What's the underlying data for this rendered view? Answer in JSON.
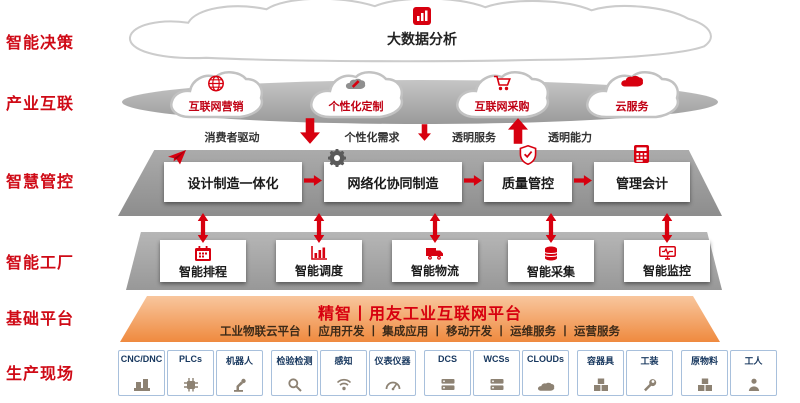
{
  "colors": {
    "accent": "#d7000f",
    "platform_orange": "#ef8a3f",
    "band_gray": "#a6a6a6"
  },
  "side_labels": {
    "decision": "智能决策",
    "industry": "产业互联",
    "management": "智慧管控",
    "factory": "智能工厂",
    "platform": "基础平台",
    "site": "生产现场"
  },
  "decision": {
    "title": "大数据分析",
    "icon": "bar-chart-icon"
  },
  "industry": {
    "clouds": [
      {
        "label": "互联网营销",
        "icon": "globe-icon"
      },
      {
        "label": "个性化定制",
        "icon": "customize-cloud-icon"
      },
      {
        "label": "互联网采购",
        "icon": "cart-icon"
      },
      {
        "label": "云服务",
        "icon": "red-cloud-icon"
      }
    ]
  },
  "flows": [
    {
      "label": "消费者驱动",
      "arrow": "down"
    },
    {
      "label": "个性化需求",
      "arrow": "down"
    },
    {
      "label": "透明服务",
      "arrow": "up"
    },
    {
      "label": "透明能力",
      "arrow": "up"
    }
  ],
  "management": {
    "boxes": [
      {
        "label": "设计制造一体化",
        "icon": "paper-plane-icon"
      },
      {
        "label": "网络化协同制造",
        "icon": "gear-icon"
      },
      {
        "label": "质量管控",
        "icon": "shield-check-icon"
      },
      {
        "label": "管理会计",
        "icon": "calculator-icon"
      }
    ]
  },
  "factory": {
    "boxes": [
      {
        "label": "智能排程",
        "icon": "schedule-icon"
      },
      {
        "label": "智能调度",
        "icon": "dispatch-chart-icon"
      },
      {
        "label": "智能物流",
        "icon": "truck-icon"
      },
      {
        "label": "智能采集",
        "icon": "database-icon"
      },
      {
        "label": "智能监控",
        "icon": "monitor-pulse-icon"
      }
    ]
  },
  "platform": {
    "title": "精智丨用友工业互联网平台",
    "subtitle": "工业物联云平台 丨 应用开发 丨 集成应用 丨 移动开发 丨 运维服务 丨 运营服务"
  },
  "site": {
    "items": [
      {
        "label": "CNC/DNC",
        "icon": "machine-icon"
      },
      {
        "label": "PLCs",
        "icon": "chip-icon"
      },
      {
        "label": "机器人",
        "icon": "robot-icon"
      },
      {
        "label": "检验检测",
        "icon": "magnifier-icon"
      },
      {
        "label": "感知",
        "icon": "sensor-icon"
      },
      {
        "label": "仪表仪器",
        "icon": "gauge-icon"
      },
      {
        "label": "DCS",
        "icon": "server-icon"
      },
      {
        "label": "WCSs",
        "icon": "server-icon"
      },
      {
        "label": "CLOUDs",
        "icon": "cloud-icon"
      },
      {
        "label": "容器具",
        "icon": "boxes-icon"
      },
      {
        "label": "工装",
        "icon": "wrench-icon"
      },
      {
        "label": "原物料",
        "icon": "boxes-icon"
      },
      {
        "label": "工人",
        "icon": "worker-icon"
      }
    ]
  }
}
